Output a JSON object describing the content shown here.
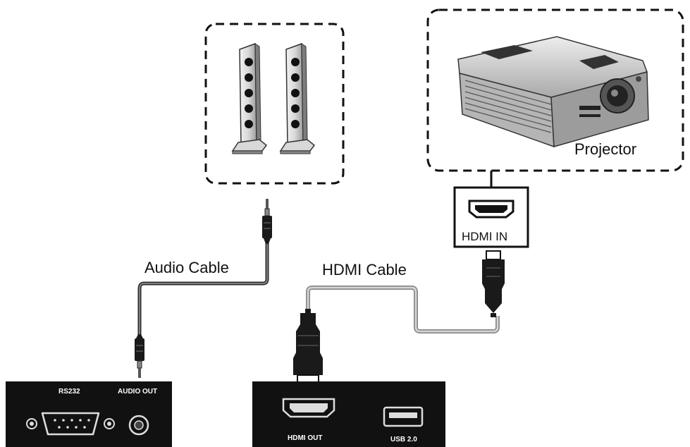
{
  "labels": {
    "projector": "Projector",
    "hdmi_in": "HDMI IN",
    "audio_cable": "Audio Cable",
    "hdmi_cable": "HDMI Cable",
    "rs232": "RS232",
    "audio_out": "AUDIO OUT",
    "hdmi_out": "HDMI OUT",
    "usb": "USB 2.0"
  },
  "colors": {
    "panel": "#111111",
    "cable_audio": "#2b2b2b",
    "cable_hdmi": "#9a9a9a",
    "connector": "#1a1a1a"
  }
}
